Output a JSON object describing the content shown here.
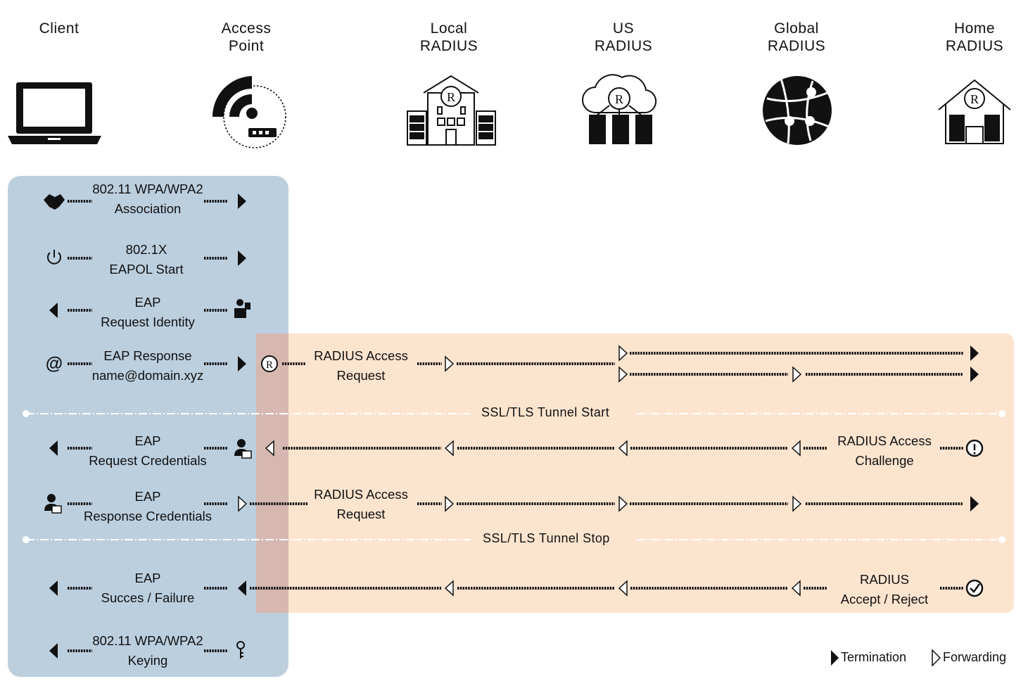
{
  "headers": {
    "client": [
      "Client"
    ],
    "ap": [
      "Access",
      "Point"
    ],
    "local": [
      "Local",
      "RADIUS"
    ],
    "us": [
      "US",
      "RADIUS"
    ],
    "global": [
      "Global",
      "RADIUS"
    ],
    "home": [
      "Home",
      "RADIUS"
    ]
  },
  "client_messages": [
    {
      "line1": "802.11 WPA/WPA2",
      "line2": "Association",
      "icon": "handshake-icon"
    },
    {
      "line1": "802.1X",
      "line2": "EAPOL Start",
      "icon": "power-icon"
    },
    {
      "line1": "EAP",
      "line2": "Request Identity",
      "icon": "id-badge-icon"
    },
    {
      "line1": "EAP Response",
      "line2": "name@domain.xyz",
      "icon": "at-sign-icon"
    },
    {
      "line1": "EAP",
      "line2": "Request Credentials",
      "icon": "user-card-icon"
    },
    {
      "line1": "EAP",
      "line2": "Response Credentials",
      "icon": "user-card-icon"
    },
    {
      "line1": "EAP",
      "line2": "Succes / Failure",
      "icon": ""
    },
    {
      "line1": "802.11 WPA/WPA2",
      "line2": "Keying",
      "icon": "keys-icon"
    }
  ],
  "radius_messages": {
    "access_request_1": [
      "RADIUS Access",
      "Request"
    ],
    "access_challenge": [
      "RADIUS Access",
      "Challenge"
    ],
    "access_request_2": [
      "RADIUS Access",
      "Request"
    ],
    "accept_reject": [
      "RADIUS",
      "Accept /  Reject"
    ]
  },
  "tunnel": {
    "start": "SSL/TLS Tunnel Start",
    "stop": "SSL/TLS Tunnel Stop"
  },
  "legend": {
    "termination": "Termination",
    "forwarding": "Forwarding"
  },
  "colors": {
    "client_zone": "#bccfdf",
    "radius_zone": "#fce4cf",
    "overlap_zone": "#d6b8b0",
    "line": "#111111"
  }
}
